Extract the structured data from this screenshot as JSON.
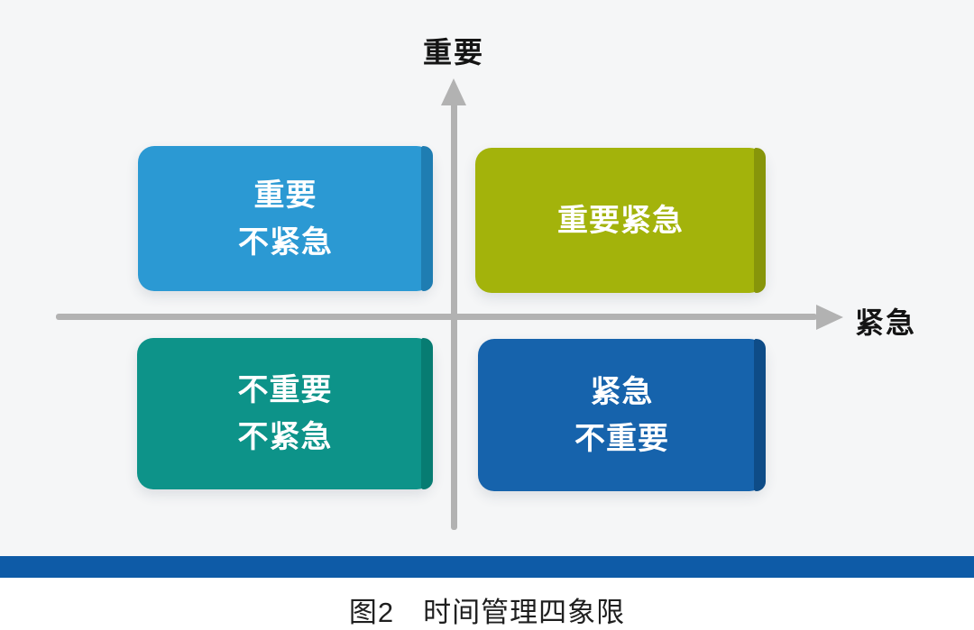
{
  "figure": {
    "y_axis": {
      "label": "重要"
    },
    "x_axis": {
      "label": "紧急"
    },
    "axis_color": "#b2b2b2",
    "quadrants": {
      "top_left": {
        "lines": [
          "重要",
          "不紧急"
        ],
        "face_color": "#2b99d3",
        "edge_color": "#1f7db2"
      },
      "top_right": {
        "lines": [
          "重要紧急"
        ],
        "face_color": "#a3b30b",
        "edge_color": "#87950a"
      },
      "bottom_left": {
        "lines": [
          "不重要",
          "不紧急"
        ],
        "face_color": "#0d9389",
        "edge_color": "#077c72"
      },
      "bottom_right": {
        "lines": [
          "紧急",
          "不重要"
        ],
        "face_color": "#1663ac",
        "edge_color": "#0e4c87"
      }
    },
    "divider_color": "#0e5ba7",
    "caption": "图2　时间管理四象限"
  }
}
